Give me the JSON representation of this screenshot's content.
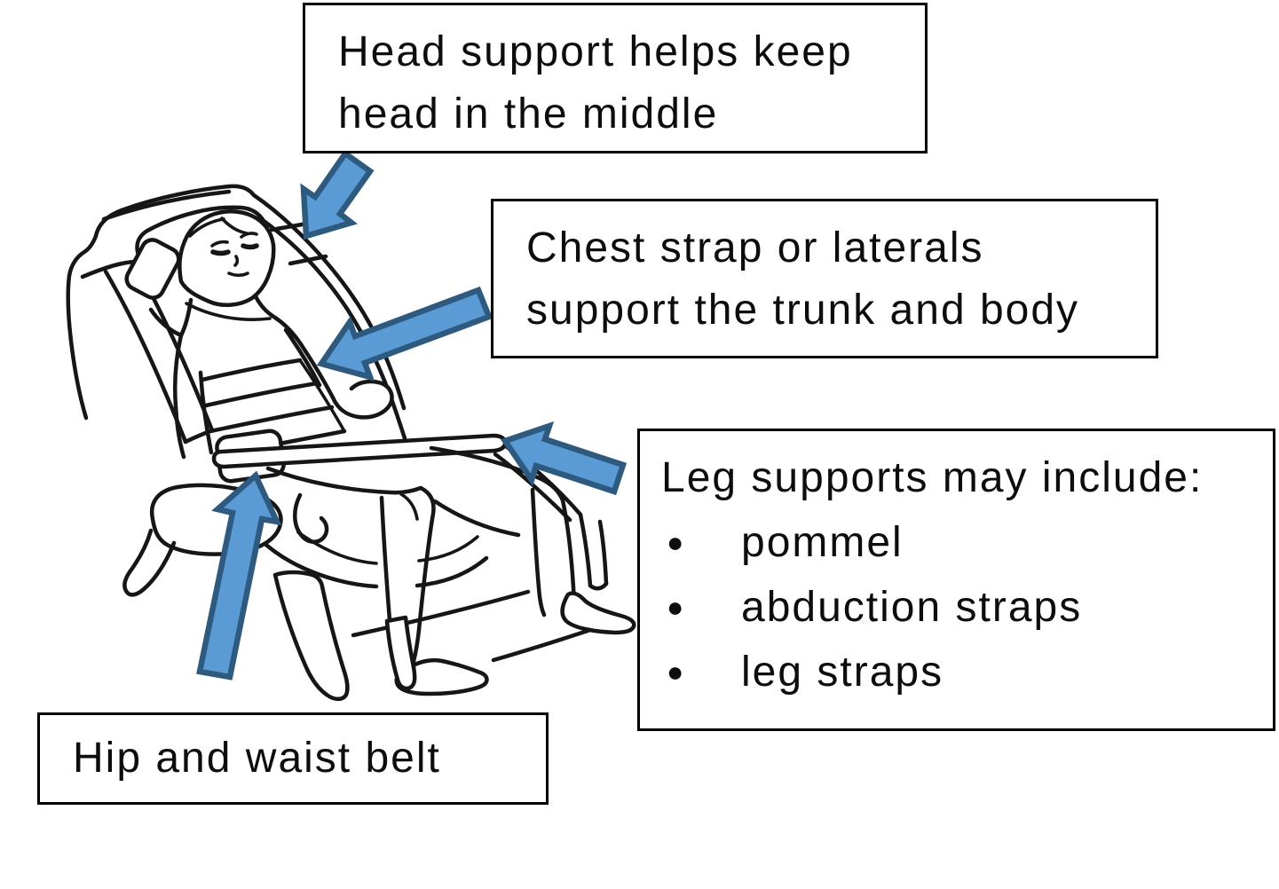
{
  "annotations": {
    "head": {
      "lines": [
        "Head support helps keep",
        "head in the middle"
      ]
    },
    "chest": {
      "lines": [
        "Chest strap or laterals",
        "support the trunk and body"
      ]
    },
    "legs": {
      "title": "Leg supports may include:",
      "bullet": "●",
      "items": [
        "pommel",
        "abduction straps",
        "leg straps"
      ]
    },
    "hip": {
      "text": "Hip and waist belt"
    }
  },
  "colors": {
    "background": "#ffffff",
    "box_border": "#000000",
    "text": "#0d0d0d",
    "line_art": "#161616",
    "arrow_fill": "#5b9bd5",
    "arrow_outline": "#2f5a80"
  }
}
